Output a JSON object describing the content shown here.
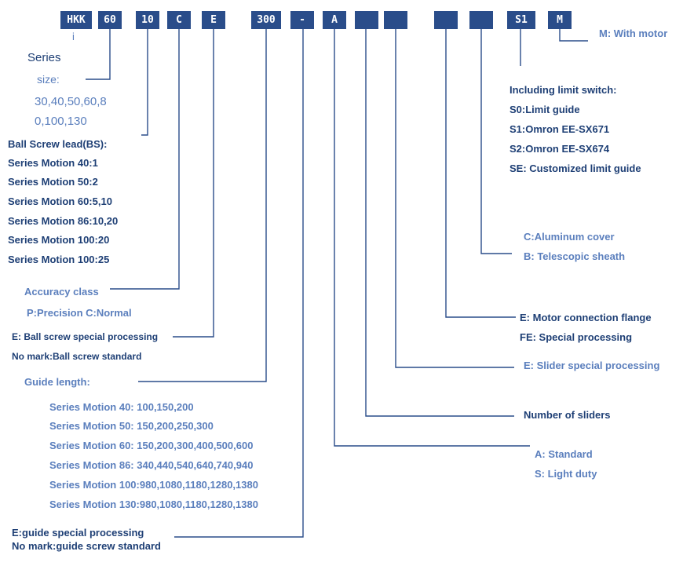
{
  "colors": {
    "box": "#2a4d8a",
    "dark_text": "#1e3f75",
    "light_text": "#5b7fbd",
    "line": "#2a4d8a"
  },
  "code_boxes": [
    "HKK",
    "60",
    "10",
    "C",
    "E",
    "300",
    "-",
    "A",
    "",
    "",
    "",
    "S1",
    "M"
  ],
  "labels": {
    "motor": "M: With motor",
    "i_mark": "i",
    "series": "Series",
    "size_label": "size:",
    "size_line1": "30,40,50,60,8",
    "size_line2": "0,100,130",
    "lead_title": "Ball Screw lead(BS):",
    "lead_items": [
      "Series Motion 40:1",
      "Series Motion 50:2",
      "Series Motion 60:5,10",
      "Series Motion 86:10,20",
      "Series Motion 100:20",
      "Series Motion 100:25"
    ],
    "limit_title": "Including limit switch:",
    "limit_items": [
      "S0:Limit guide",
      "S1:Omron EE-SX671",
      "S2:Omron EE-SX674",
      "SE: Customized limit guide"
    ],
    "cover_items": [
      "C:Aluminum cover",
      "B:  Telescopic sheath"
    ],
    "accuracy_title": "Accuracy  class",
    "accuracy_values": "P:Precision C:Normal",
    "bs_special": "E: Ball screw special processing",
    "bs_standard": "No mark:Ball screw standard",
    "flange": "E:   Motor connection flange",
    "flange_special": "FE: Special processing",
    "slider_special": "E: Slider special processing",
    "guide_title": "Guide length:",
    "guide_items": [
      "Series Motion 40: 100,150,200",
      "Series Motion 50: 150,200,250,300",
      "Series Motion 60: 150,200,300,400,500,600",
      "Series Motion 86: 340,440,540,640,740,940",
      "Series Motion 100:980,1080,1180,1280,1380",
      "Series Motion 130:980,1080,1180,1280,1380"
    ],
    "sliders": "Number of sliders",
    "slider_types": [
      "A:  Standard",
      "S:  Light duty"
    ],
    "guide_special": "E:guide special processing",
    "guide_standard": "No mark:guide screw standard"
  }
}
